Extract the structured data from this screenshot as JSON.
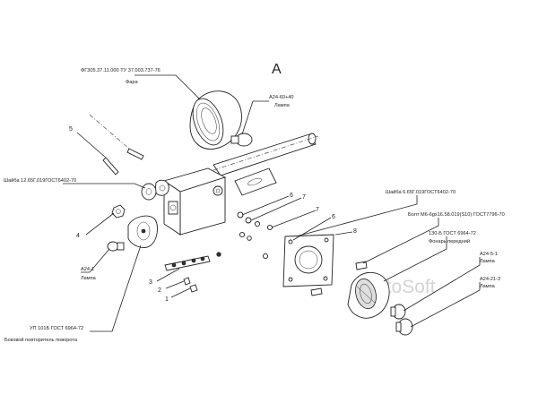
{
  "view_label": "А",
  "watermark": "AutoSoft",
  "labels": {
    "headlight_code": "ФГ305.37.11.000 ТУ 37.003.737-76",
    "headlight_name": "Фара",
    "lamp_top_code": "А24-60+40",
    "lamp_top_name": "Лампа",
    "washer_left": "Шайба 12.65Г.019ГОСТ6402-70",
    "washer_right": "Шайба 6.65Г.019ГОСТ6402-70",
    "bolt": "Болт М6-6gх16.58.019(S10) ГОСТ7796-70",
    "front_lamp_code": "130-Б ГОСТ 6964-72",
    "front_lamp_name": "Фонарь передний",
    "lamp_a5_code": "А24-5-1",
    "lamp_a5_name": "Лампа",
    "lamp_a21_code": "А24-21-3",
    "lamp_a21_name": "Лампа",
    "lamp_left_code": "А24-1",
    "lamp_left_name": "Лампа",
    "repeater_code": "УП 101Б ГОСТ 6964-72",
    "repeater_name": "Боковой повторитель поворота"
  },
  "callouts": {
    "n5": "5",
    "n4": "4",
    "n6a": "6",
    "n7a": "7",
    "n7b": "7",
    "n6b": "6",
    "n8": "8",
    "n3": "3",
    "n2": "2",
    "n1": "1"
  }
}
